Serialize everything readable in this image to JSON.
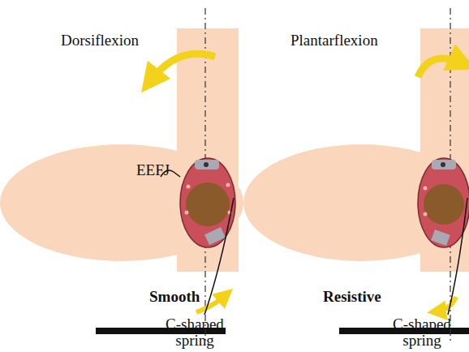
{
  "diagram": {
    "labels": [
      "Dorsiflexion",
      "EEFJ",
      "Smooth",
      "C-shaped spring",
      "Plantarflexion",
      "Resistive",
      "C-shaped spring"
    ]
  }
}
